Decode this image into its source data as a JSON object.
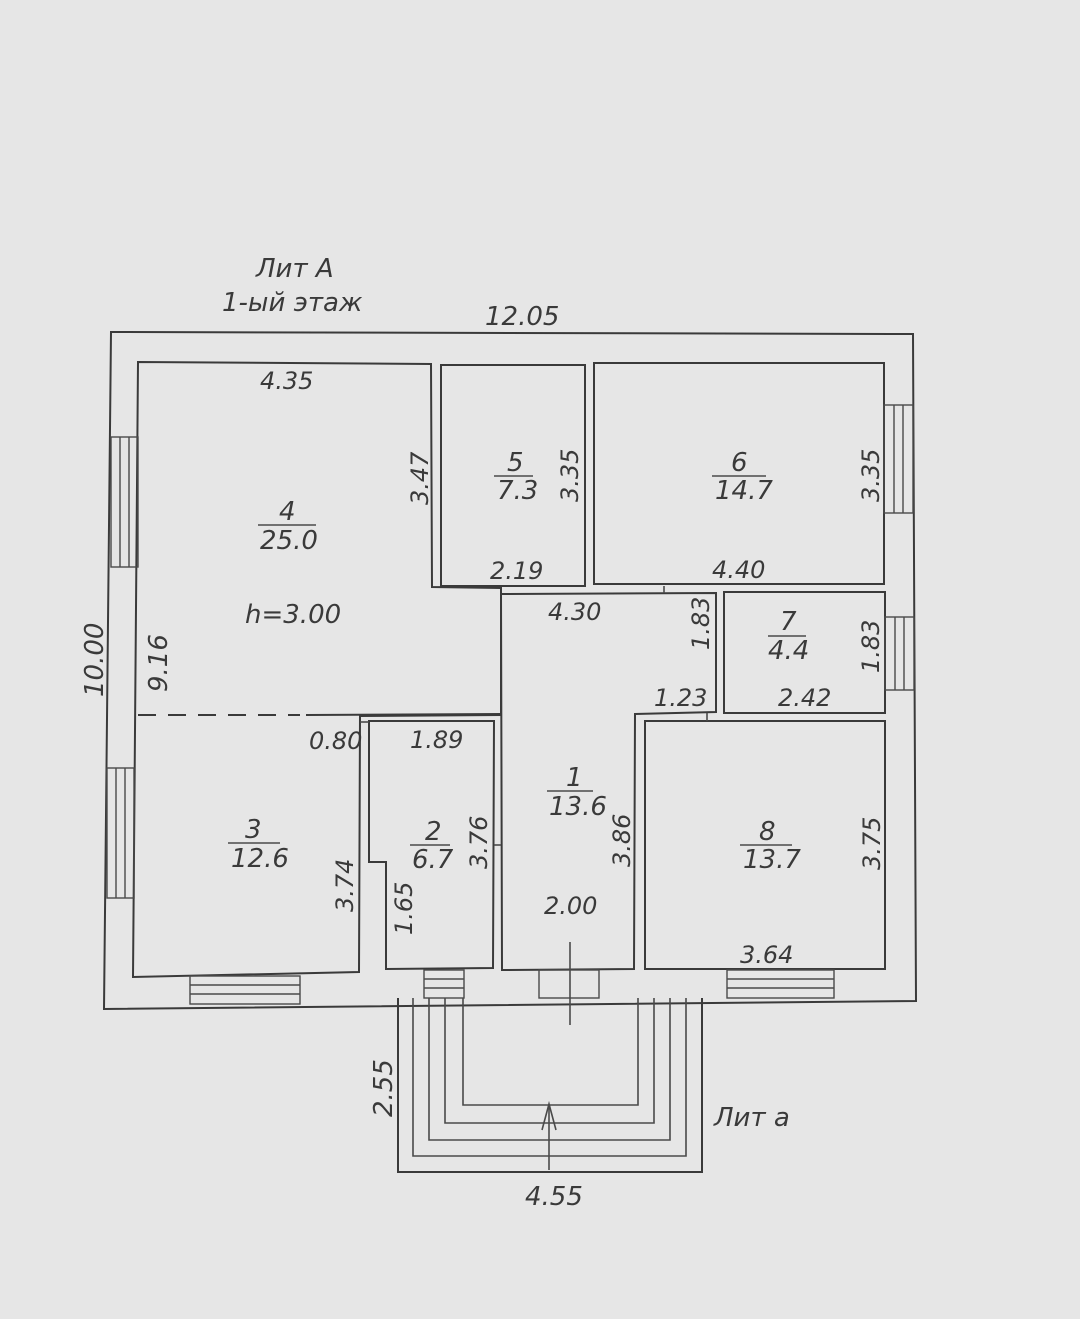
{
  "title": {
    "line1": "Лит А",
    "line2": "1-ый этаж"
  },
  "annex_label": "Лит а",
  "ceiling_height": "h=3.00",
  "overall": {
    "width": "12.05",
    "height": "10.00",
    "inner_height": "9.16"
  },
  "porch": {
    "width": "4.55",
    "depth": "2.55"
  },
  "rooms": [
    {
      "number": "1",
      "area": "13.6"
    },
    {
      "number": "2",
      "area": "6.7"
    },
    {
      "number": "3",
      "area": "12.6"
    },
    {
      "number": "4",
      "area": "25.0"
    },
    {
      "number": "5",
      "area": "7.3"
    },
    {
      "number": "6",
      "area": "14.7"
    },
    {
      "number": "7",
      "area": "4.4"
    },
    {
      "number": "8",
      "area": "13.7"
    }
  ],
  "dims": {
    "r4_width": "4.35",
    "r4_height": "3.47",
    "r5_width": "2.19",
    "r5_height": "3.35",
    "r6_width": "4.40",
    "r6_height": "3.35",
    "hall_width": "4.30",
    "hall_right_h": "1.83",
    "r7_width": "2.42",
    "r7_height": "1.83",
    "r7_offset": "1.23",
    "r3_offset": "0.80",
    "r3_height": "3.74",
    "r2_width": "1.89",
    "r2_height": "3.76",
    "r2_niche": "1.65",
    "r1_width": "2.00",
    "r1_height": "3.86",
    "r8_width": "3.64",
    "r8_height": "3.75"
  }
}
